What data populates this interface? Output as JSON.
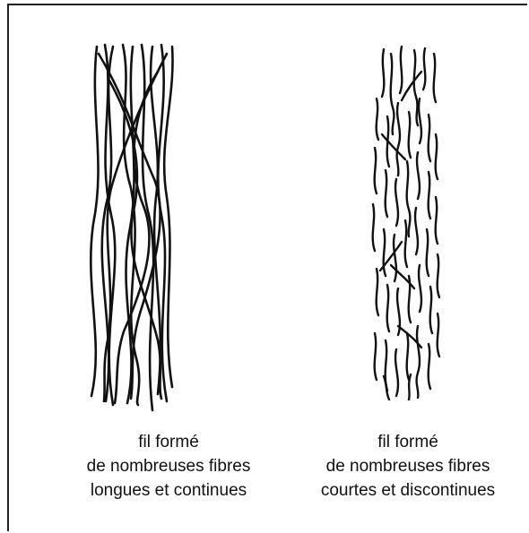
{
  "captions": {
    "left": {
      "line1": "fil formé",
      "line2": "de nombreuses fibres",
      "line3": "longues et continues"
    },
    "right": {
      "line1": "fil formé",
      "line2": "de nombreuses fibres",
      "line3": "courtes et discontinues"
    }
  },
  "colors": {
    "fiber": "#111111",
    "background": "#ffffff",
    "frame": "#222222"
  }
}
